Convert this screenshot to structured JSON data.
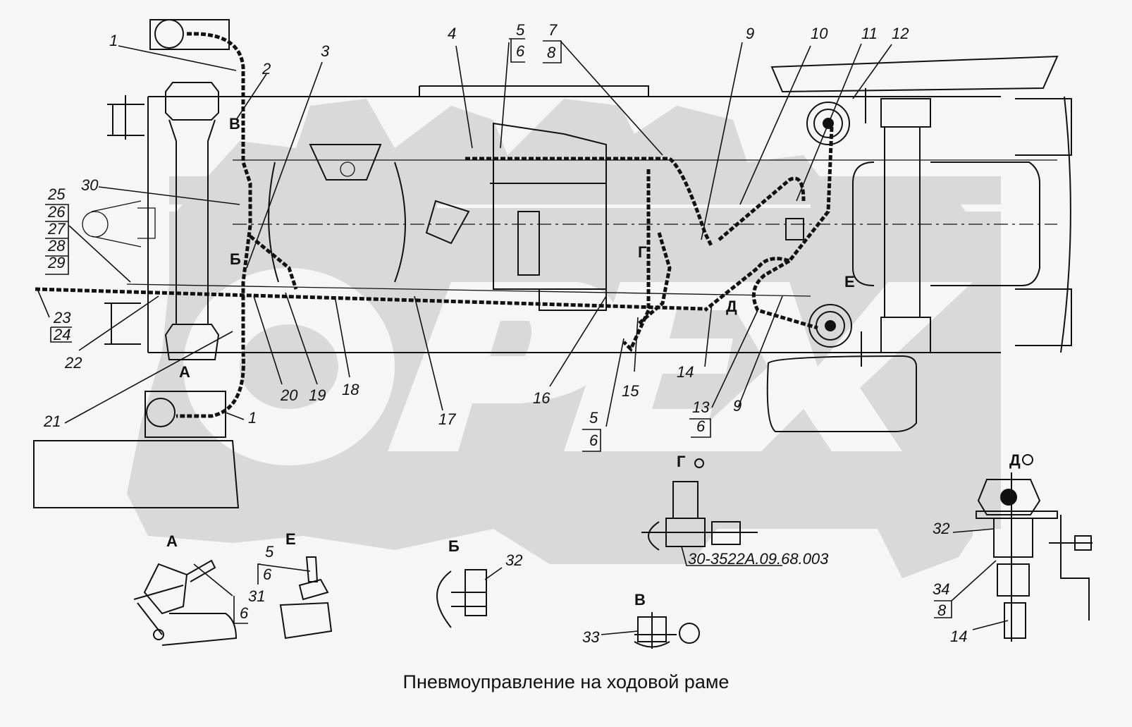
{
  "title": "Пневмоуправление на ходовой раме",
  "colors": {
    "background": "#f6f6f6",
    "ink": "#111111",
    "watermark": "#d9d9d9"
  },
  "watermark": {
    "text": "ОРЕХ",
    "icon": "gear-logo-icon"
  },
  "callouts": {
    "c1a": "1",
    "c1b": "1",
    "c2": "2",
    "c3": "3",
    "c4": "4",
    "c5a_top": "5",
    "c5a_bot": "6",
    "c7_top": "7",
    "c7_bot": "8",
    "c9a": "9",
    "c9b": "9",
    "c10": "10",
    "c11": "11",
    "c12": "12",
    "c13_top": "13",
    "c13_bot": "6",
    "c14a": "14",
    "c15": "15",
    "c16": "16",
    "c17": "17",
    "c18": "18",
    "c19": "19",
    "c20": "20",
    "c21": "21",
    "c22": "22",
    "c23_top": "23",
    "c23_bot": "24",
    "c25": "25",
    "c26": "26",
    "c27": "27",
    "c28": "28",
    "c29": "29",
    "c30": "30",
    "c5b_top": "5",
    "c5b_bot": "6",
    "cE_top": "5",
    "cE_bot": "6",
    "cA_31": "31",
    "cA_6": "6",
    "cB_32": "32",
    "cV_33": "33",
    "cD_32": "32",
    "cD_34": "34",
    "cD_8": "8",
    "cD_14": "14"
  },
  "view_labels": {
    "A": "А",
    "E": "Е",
    "B": "Б",
    "V": "В",
    "G": "Г",
    "D": "Д",
    "arrow_A_main": "А",
    "arrow_D_main": "Д",
    "arrow_E_main": "Е",
    "arrow_V_main": "В",
    "arrow_B_main": "Б",
    "arrow_G_main": "Г"
  },
  "part_number": "30-3522А.09.68.003"
}
